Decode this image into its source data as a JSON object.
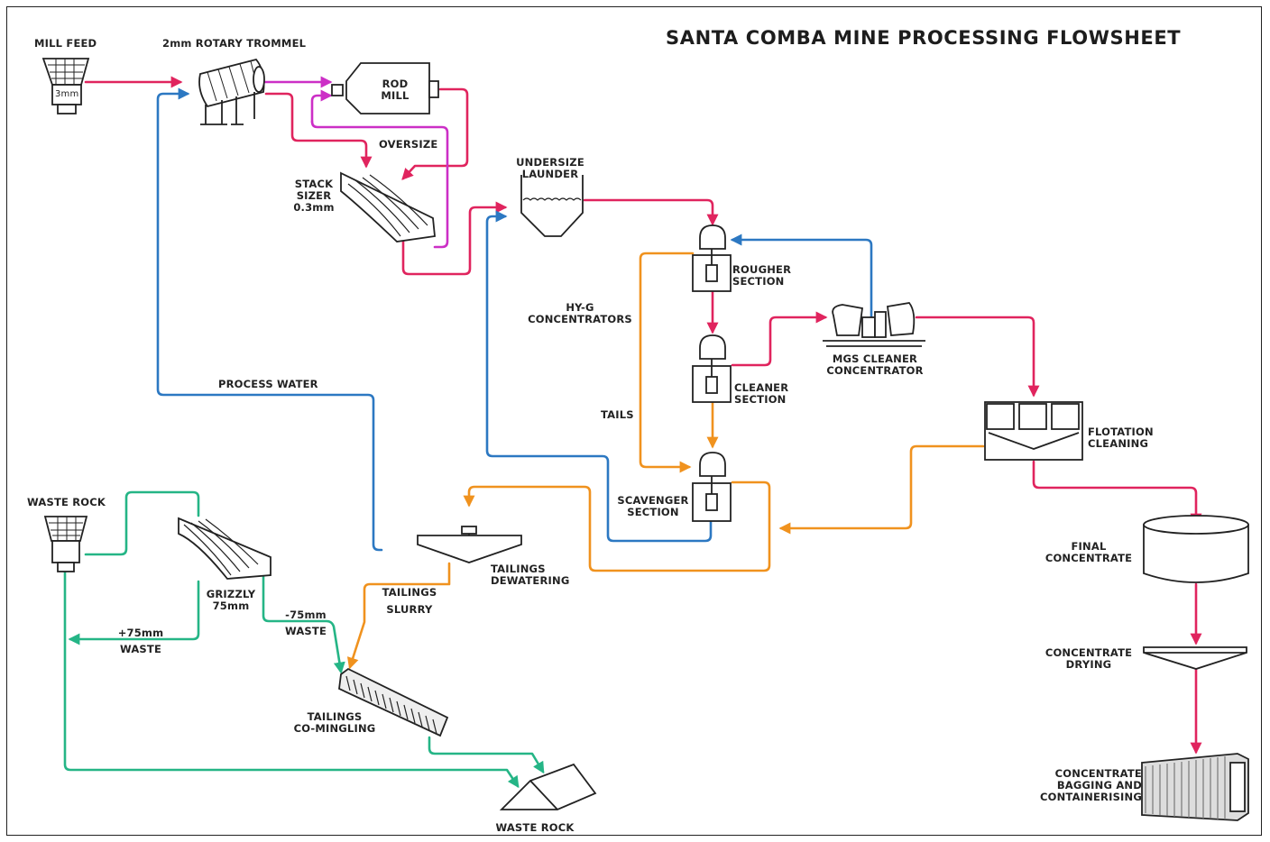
{
  "title": "SANTA COMBA MINE PROCESSING FLOWSHEET",
  "colors": {
    "ore": "#e0245e",
    "oversize": "#cc2fc6",
    "water": "#2c78c2",
    "tails": "#f0921e",
    "waste": "#25b586",
    "ink": "#222222"
  },
  "labels": {
    "mill_feed": "MILL FEED",
    "mill_feed_size": "3mm",
    "trommel": "2mm ROTARY TROMMEL",
    "rod_mill": "ROD\nMILL",
    "oversize": "OVERSIZE",
    "stack_sizer": "STACK\nSIZER\n0.3mm",
    "undersize_launder": "UNDERSIZE\nLAUNDER",
    "rougher": "ROUGHER\nSECTION",
    "hyg": "HY-G\nCONCENTRATORS",
    "mgs": "MGS CLEANER\nCONCENTRATOR",
    "cleaner": "CLEANER\nSECTION",
    "tails": "TAILS",
    "flotation": "FLOTATION\nCLEANING",
    "scavenger": "SCAVENGER\nSECTION",
    "process_water": "PROCESS WATER",
    "waste_rock_top": "WASTE ROCK",
    "tailings_dewatering": "TAILINGS\nDEWATERING",
    "tailings_slurry": "TAILINGS\nSLURRY",
    "grizzly": "GRIZZLY\n75mm",
    "plus75": "+75mm\nWASTE",
    "minus75": "-75mm\nWASTE",
    "comingling": "TAILINGS\nCO-MINGLING",
    "waste_rock_bottom": "WASTE ROCK",
    "final_concentrate": "FINAL\nCONCENTRATE",
    "concentrate_drying": "CONCENTRATE\nDRYING",
    "bagging": "CONCENTRATE\nBAGGING AND\nCONTAINERISING"
  }
}
